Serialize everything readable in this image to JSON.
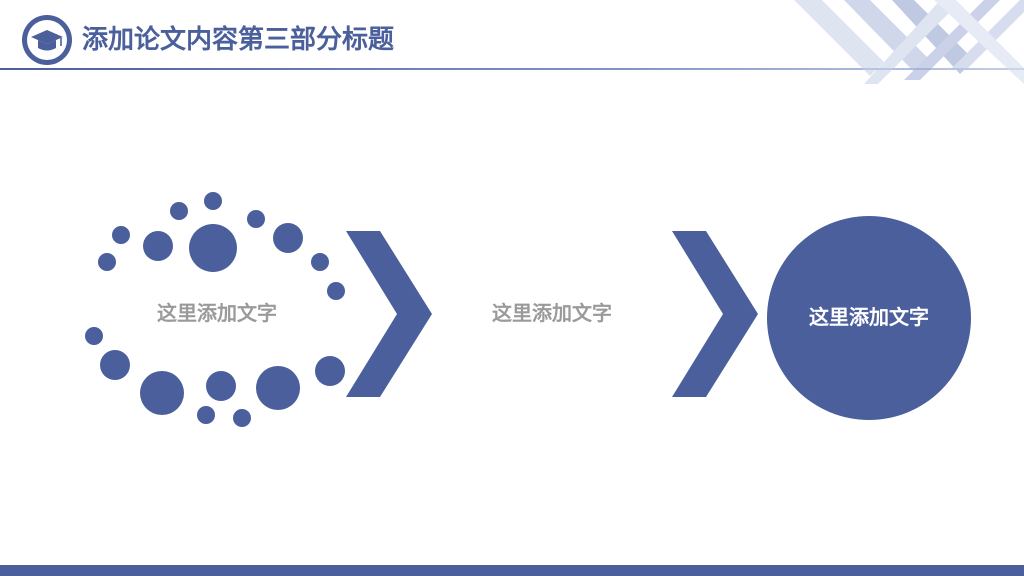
{
  "header": {
    "title": "添加论文内容第三部分标题",
    "logo_icon": "graduation-cap-icon"
  },
  "process": {
    "step1_text": "这里添加文字",
    "step2_text": "这里添加文字",
    "step3_text": "这里添加文字",
    "arrow_icon": "chevron-right-icon"
  },
  "colors": {
    "primary": "#4a5f9c",
    "text_grey": "#9a9a9a",
    "light_accent": "#c6cfe6"
  }
}
